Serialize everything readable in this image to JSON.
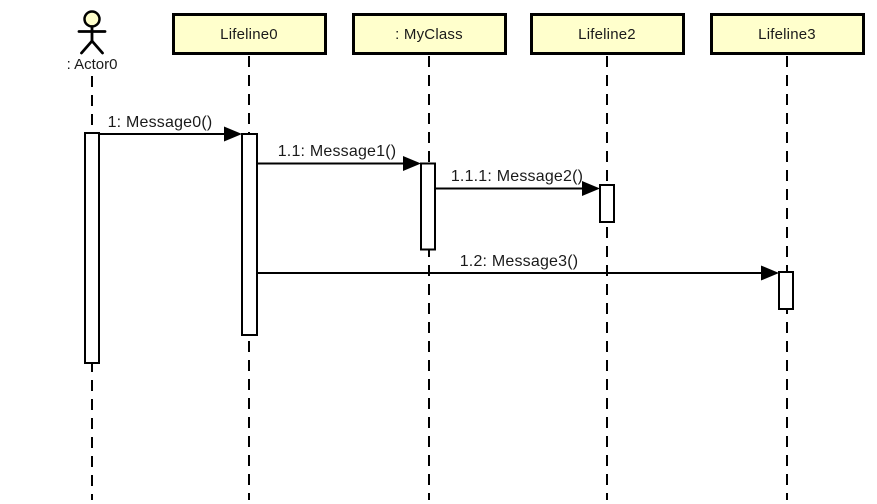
{
  "colors": {
    "background": "#ffffff",
    "lifeline_head_fill": "#ffffcc",
    "line": "#000000",
    "text": "#1a1a1a"
  },
  "actor": {
    "label": ": Actor0"
  },
  "lifelines": [
    {
      "label": "Lifeline0"
    },
    {
      "label": ": MyClass"
    },
    {
      "label": "Lifeline2"
    },
    {
      "label": "Lifeline3"
    }
  ],
  "messages": [
    {
      "label": "1: Message0()"
    },
    {
      "label": "1.1: Message1()"
    },
    {
      "label": "1.1.1: Message2()"
    },
    {
      "label": "1.2: Message3()"
    }
  ]
}
